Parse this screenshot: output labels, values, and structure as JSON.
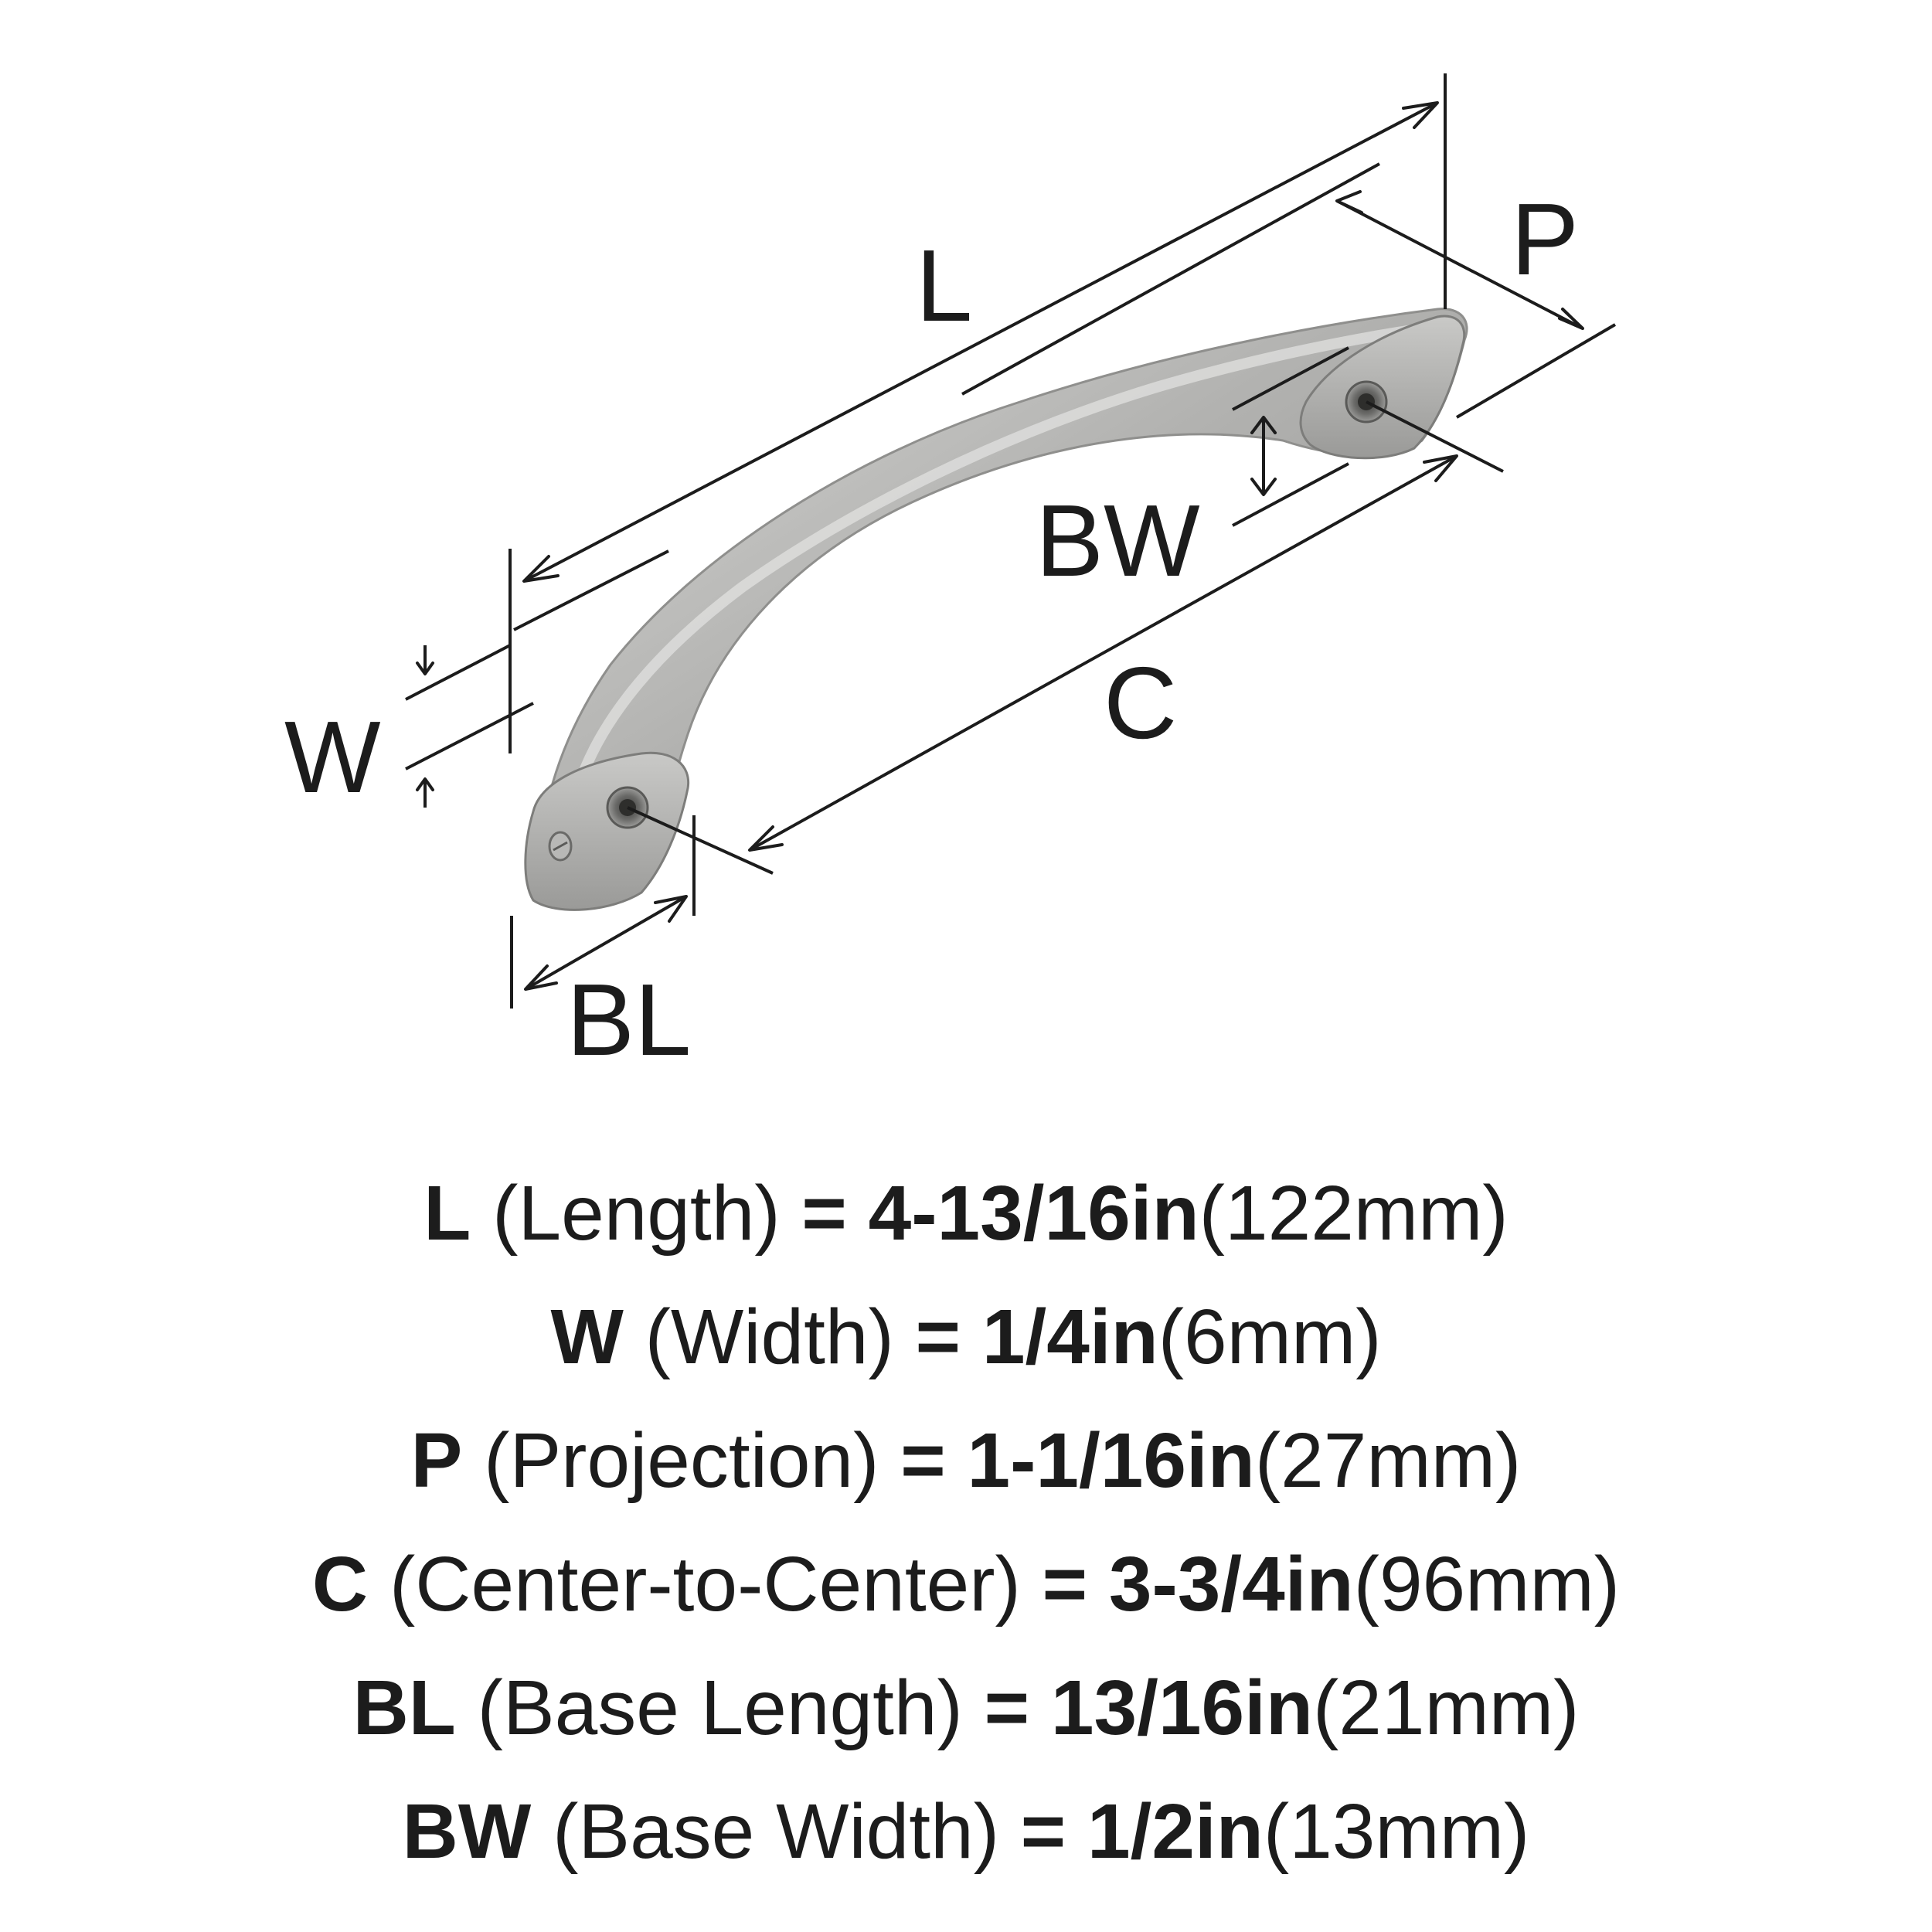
{
  "diagram": {
    "labels": {
      "L": "L",
      "P": "P",
      "BW": "BW",
      "C": "C",
      "W": "W",
      "BL": "BL"
    }
  },
  "specs": [
    {
      "key": "L",
      "name": "(Length)",
      "eq": "=",
      "imperial": "4-13/16in",
      "metric": "(122mm)"
    },
    {
      "key": "W",
      "name": "(Width)",
      "eq": "=",
      "imperial": "1/4in",
      "metric": "(6mm)"
    },
    {
      "key": "P",
      "name": "(Projection)",
      "eq": "=",
      "imperial": "1-1/16in",
      "metric": "(27mm)"
    },
    {
      "key": "C",
      "name": "(Center-to-Center)",
      "eq": "=",
      "imperial": "3-3/4in",
      "metric": "(96mm)"
    },
    {
      "key": "BL",
      "name": "(Base Length)",
      "eq": "=",
      "imperial": "13/16in",
      "metric": "(21mm)"
    },
    {
      "key": "BW",
      "name": "(Base Width)",
      "eq": "=",
      "imperial": "1/2in",
      "metric": "(13mm)"
    }
  ],
  "colors": {
    "ink": "#1c1c1c",
    "metal_light": "#cfcfcd",
    "metal_mid": "#a7a7a5",
    "metal_dark": "#6f6f6d",
    "hole": "#4a4a48"
  }
}
